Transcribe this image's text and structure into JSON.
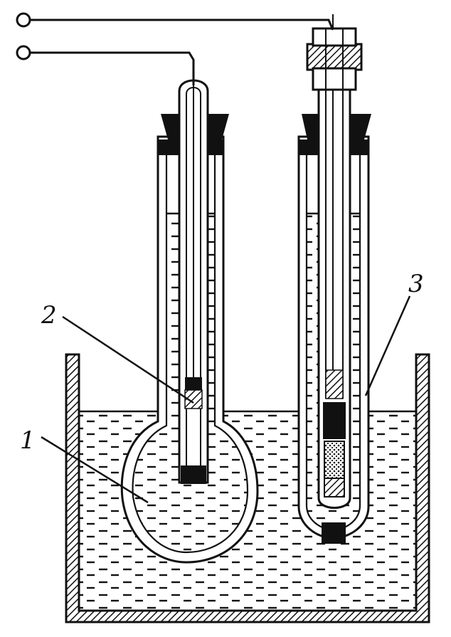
{
  "labels": {
    "one": "1",
    "two": "2",
    "three": "3"
  },
  "colors": {
    "ink": "#111111",
    "paper": "#ffffff"
  }
}
